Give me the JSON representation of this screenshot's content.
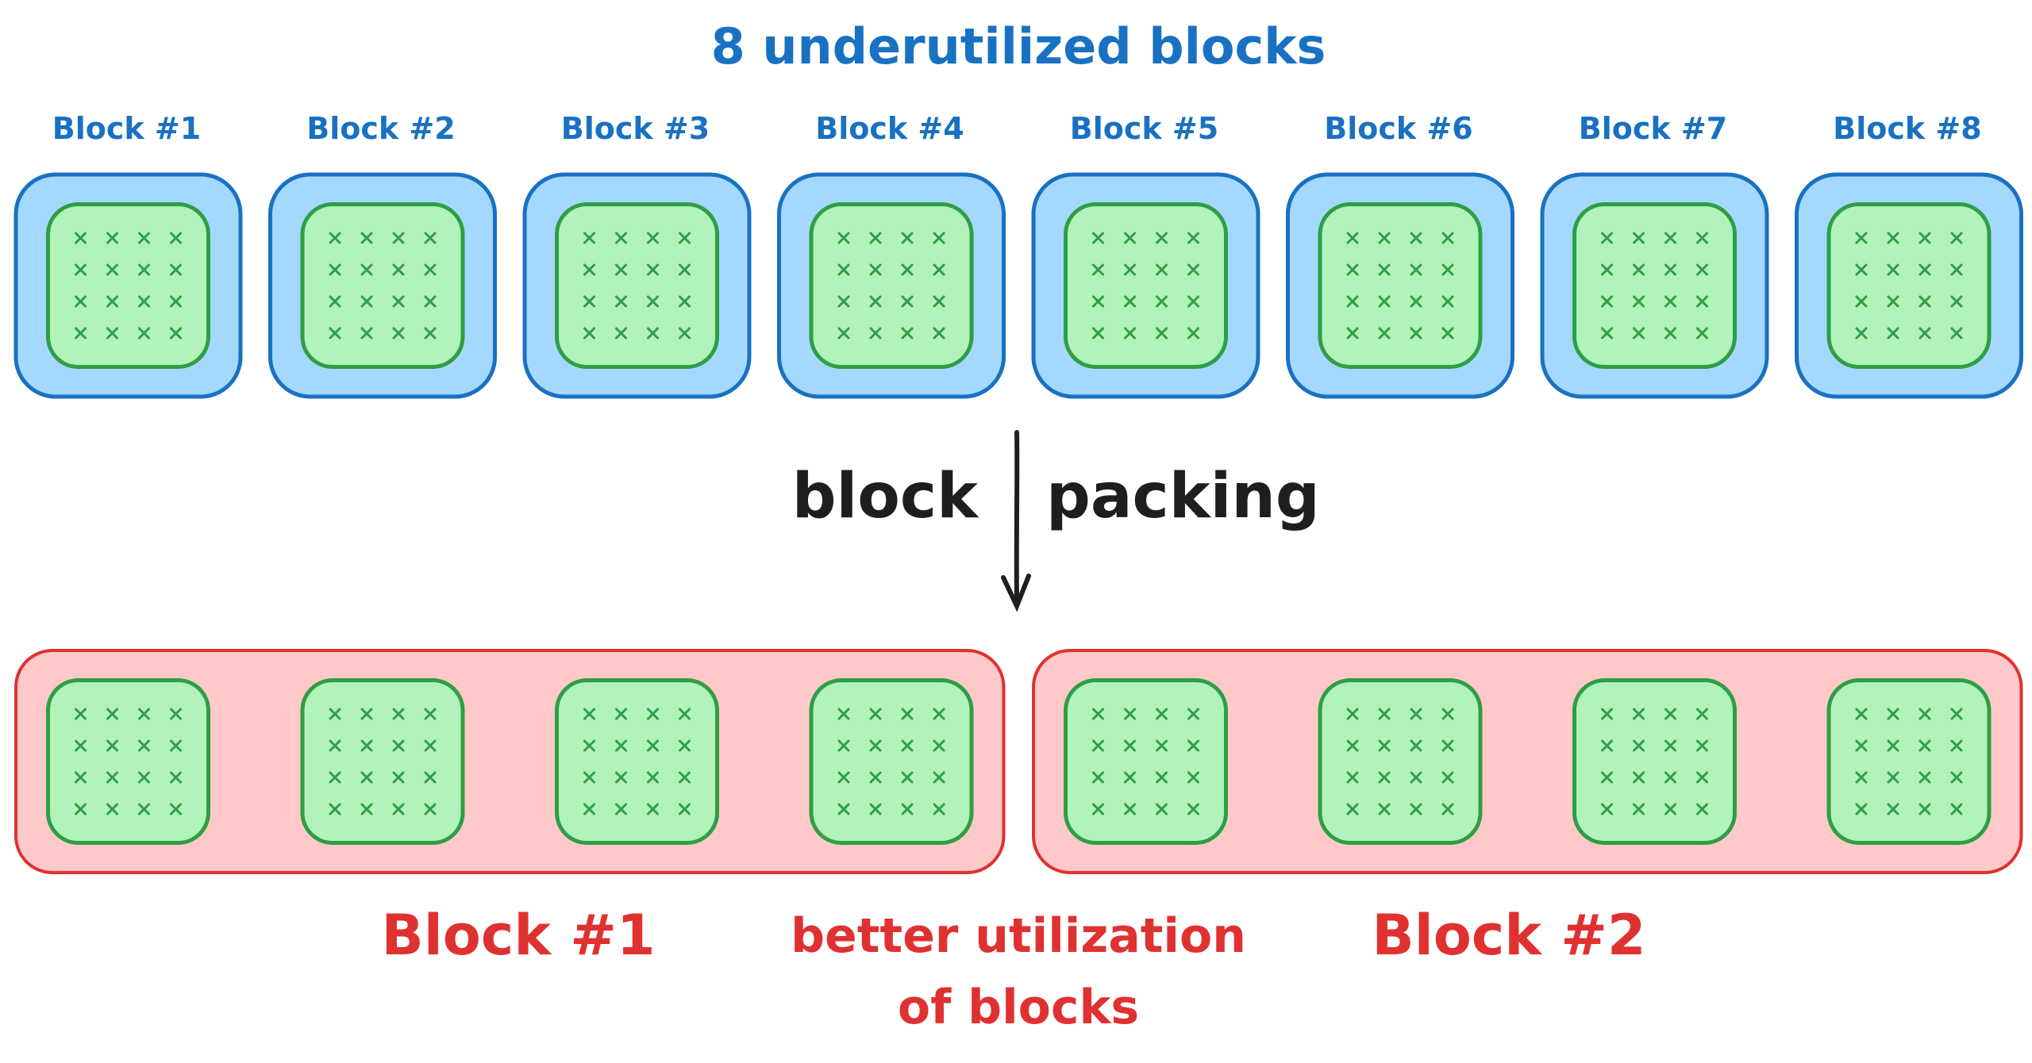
{
  "title": "8 underutilized blocks",
  "input_blocks": [
    {
      "label": "Block #1"
    },
    {
      "label": "Block #2"
    },
    {
      "label": "Block #3"
    },
    {
      "label": "Block #4"
    },
    {
      "label": "Block #5"
    },
    {
      "label": "Block #6"
    },
    {
      "label": "Block #7"
    },
    {
      "label": "Block #8"
    }
  ],
  "process": {
    "left_word": "block",
    "right_word": "packing"
  },
  "output_blocks": [
    {
      "label": "Block #1",
      "chunk_count": 4
    },
    {
      "label": "Block #2",
      "chunk_count": 4
    }
  ],
  "caption": {
    "line1": "better utilization",
    "line2": "of blocks"
  },
  "chunk_grid": {
    "rows": 4,
    "cols": 4
  },
  "colors": {
    "blue": "#1971c2",
    "blue_fill": "#a5d8ff",
    "green": "#2f9e44",
    "green_fill": "#b2f2bb",
    "red": "#e03131",
    "red_fill": "#ffc9c9",
    "ink": "#1e1e1e"
  }
}
